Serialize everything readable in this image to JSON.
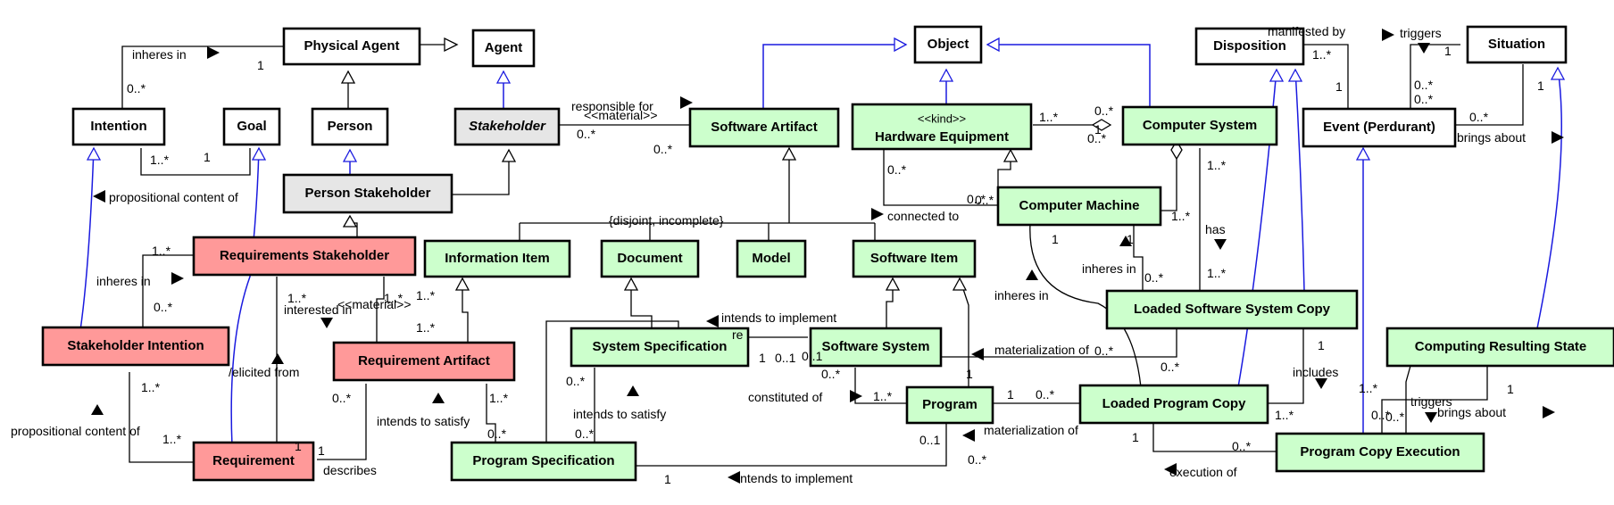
{
  "colors": {
    "white_class": "#ffffff",
    "grey_class": "#e6e6e6",
    "green_class": "#ccffcc",
    "red_class": "#ff9999",
    "border": "#000000",
    "specialization_blue": "#1a1adf"
  },
  "classes": {
    "physical_agent": "Physical Agent",
    "agent": "Agent",
    "intention": "Intention",
    "goal": "Goal",
    "person": "Person",
    "stakeholder": "Stakeholder",
    "person_stakeholder": "Person Stakeholder",
    "requirements_stakeholder": "Requirements Stakeholder",
    "stakeholder_intention": "Stakeholder Intention",
    "requirement": "Requirement",
    "requirement_artifact": "Requirement Artifact",
    "object": "Object",
    "software_artifact": "Software Artifact",
    "hardware_equipment_stereotype": "<<kind>>",
    "hardware_equipment": "Hardware Equipment",
    "computer_system": "Computer System",
    "disposition": "Disposition",
    "situation": "Situation",
    "event": "Event (Perdurant)",
    "computer_machine": "Computer Machine",
    "information_item": "Information Item",
    "document": "Document",
    "model": "Model",
    "software_item": "Software Item",
    "loaded_software_system_copy": "Loaded Software System Copy",
    "system_specification": "System Specification",
    "software_system": "Software System",
    "computing_resulting_state": "Computing Resulting State",
    "program": "Program",
    "loaded_program_copy": "Loaded Program Copy",
    "program_specification": "Program Specification",
    "program_copy_execution": "Program Copy Execution"
  },
  "associations": {
    "inheres_in_top": "inheres in",
    "responsible_for": "responsible for",
    "material_a": "<<material>>",
    "propositional_content_of_a": "propositional content of",
    "disjoint_incomplete": "{disjoint, incomplete}",
    "connected_to": "connected to",
    "has": "has",
    "inheres_in_mid": "inheres in",
    "inheres_in_cm": "inheres in",
    "inheres_in_left": "inheres in",
    "interested_in": "interested in",
    "material_b": "<<material>>",
    "intends_to_implement_a": "intends to implement",
    "re_fragment": "re",
    "materialization_of_a": "materialization of",
    "includes": "includes",
    "elicited_from": "/elicited from",
    "constituted_of": "constituted of",
    "intends_to_satisfy_a": "intends to satisfy",
    "intends_to_satisfy_b": "intends to satisfy",
    "propositional_content_of_b": "propositional content of",
    "materialization_of_b": "materialization of",
    "triggers_a": "triggers",
    "brings_about_a": "brings about",
    "manifested_by": "manifested by",
    "triggers_b": "triggers",
    "brings_about_b": "brings about",
    "describes": "describes",
    "execution_of": "execution of",
    "intends_to_implement_b": "intends to implement"
  },
  "multiplicities": {
    "m1": "1",
    "m2": "0..*",
    "m3": "1..*",
    "m4": "1",
    "m5": "0..*",
    "m6": "0..*",
    "m7": "0..*",
    "m8": "1..*",
    "m9": "0..*",
    "m10": "0..*",
    "m11": "1..*",
    "m12": "1..*",
    "m13": "1",
    "m14": "1..*",
    "m15": "1",
    "m16": "0..*",
    "m17": "1..*",
    "m18": "1..*",
    "m19": "0..*",
    "m20": "1..*",
    "m21": "1",
    "m22": "0..1",
    "m23": "0..*",
    "m24": "0..*",
    "m25": "1",
    "m26": "0..*",
    "m27": "1",
    "m28": "1",
    "m29": "0..*",
    "m30": "1..*",
    "m31": "1..*",
    "m32": "0..*",
    "m33": "0..*",
    "m34": "1..*",
    "m35": "1..*",
    "m36": "0..*",
    "m37": "0..*",
    "m38": "0..1",
    "m39": "1",
    "m40": "0..1",
    "m41": "0..*",
    "m42": "1",
    "m43": "1",
    "m44": "0..*",
    "m45": "1",
    "m46": "1..*",
    "m47": "1",
    "m48": "0..*",
    "m49": "0..*",
    "m50": "1",
    "m51": "1..*",
    "m52": "1",
    "m53": "0..*",
    "m54": "1",
    "m55": "0..*",
    "m56": "1..*",
    "m57": "0..*",
    "m58": "1",
    "m59": "1..*",
    "m60": "1..*",
    "m61": "0..*",
    "m62": "0..*"
  }
}
